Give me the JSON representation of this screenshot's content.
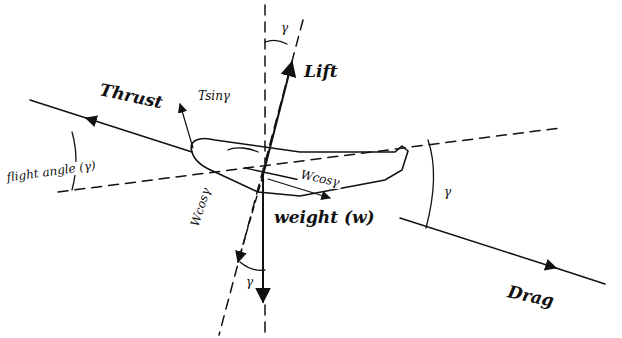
{
  "diagram": {
    "labels": [
      "Thrust",
      "Tsinγ",
      "γ",
      "Lift",
      "flight angle (γ)",
      "Wcosγ",
      "Wcosγ",
      "weight (w)",
      "γ",
      "γ",
      "Drag"
    ]
  }
}
